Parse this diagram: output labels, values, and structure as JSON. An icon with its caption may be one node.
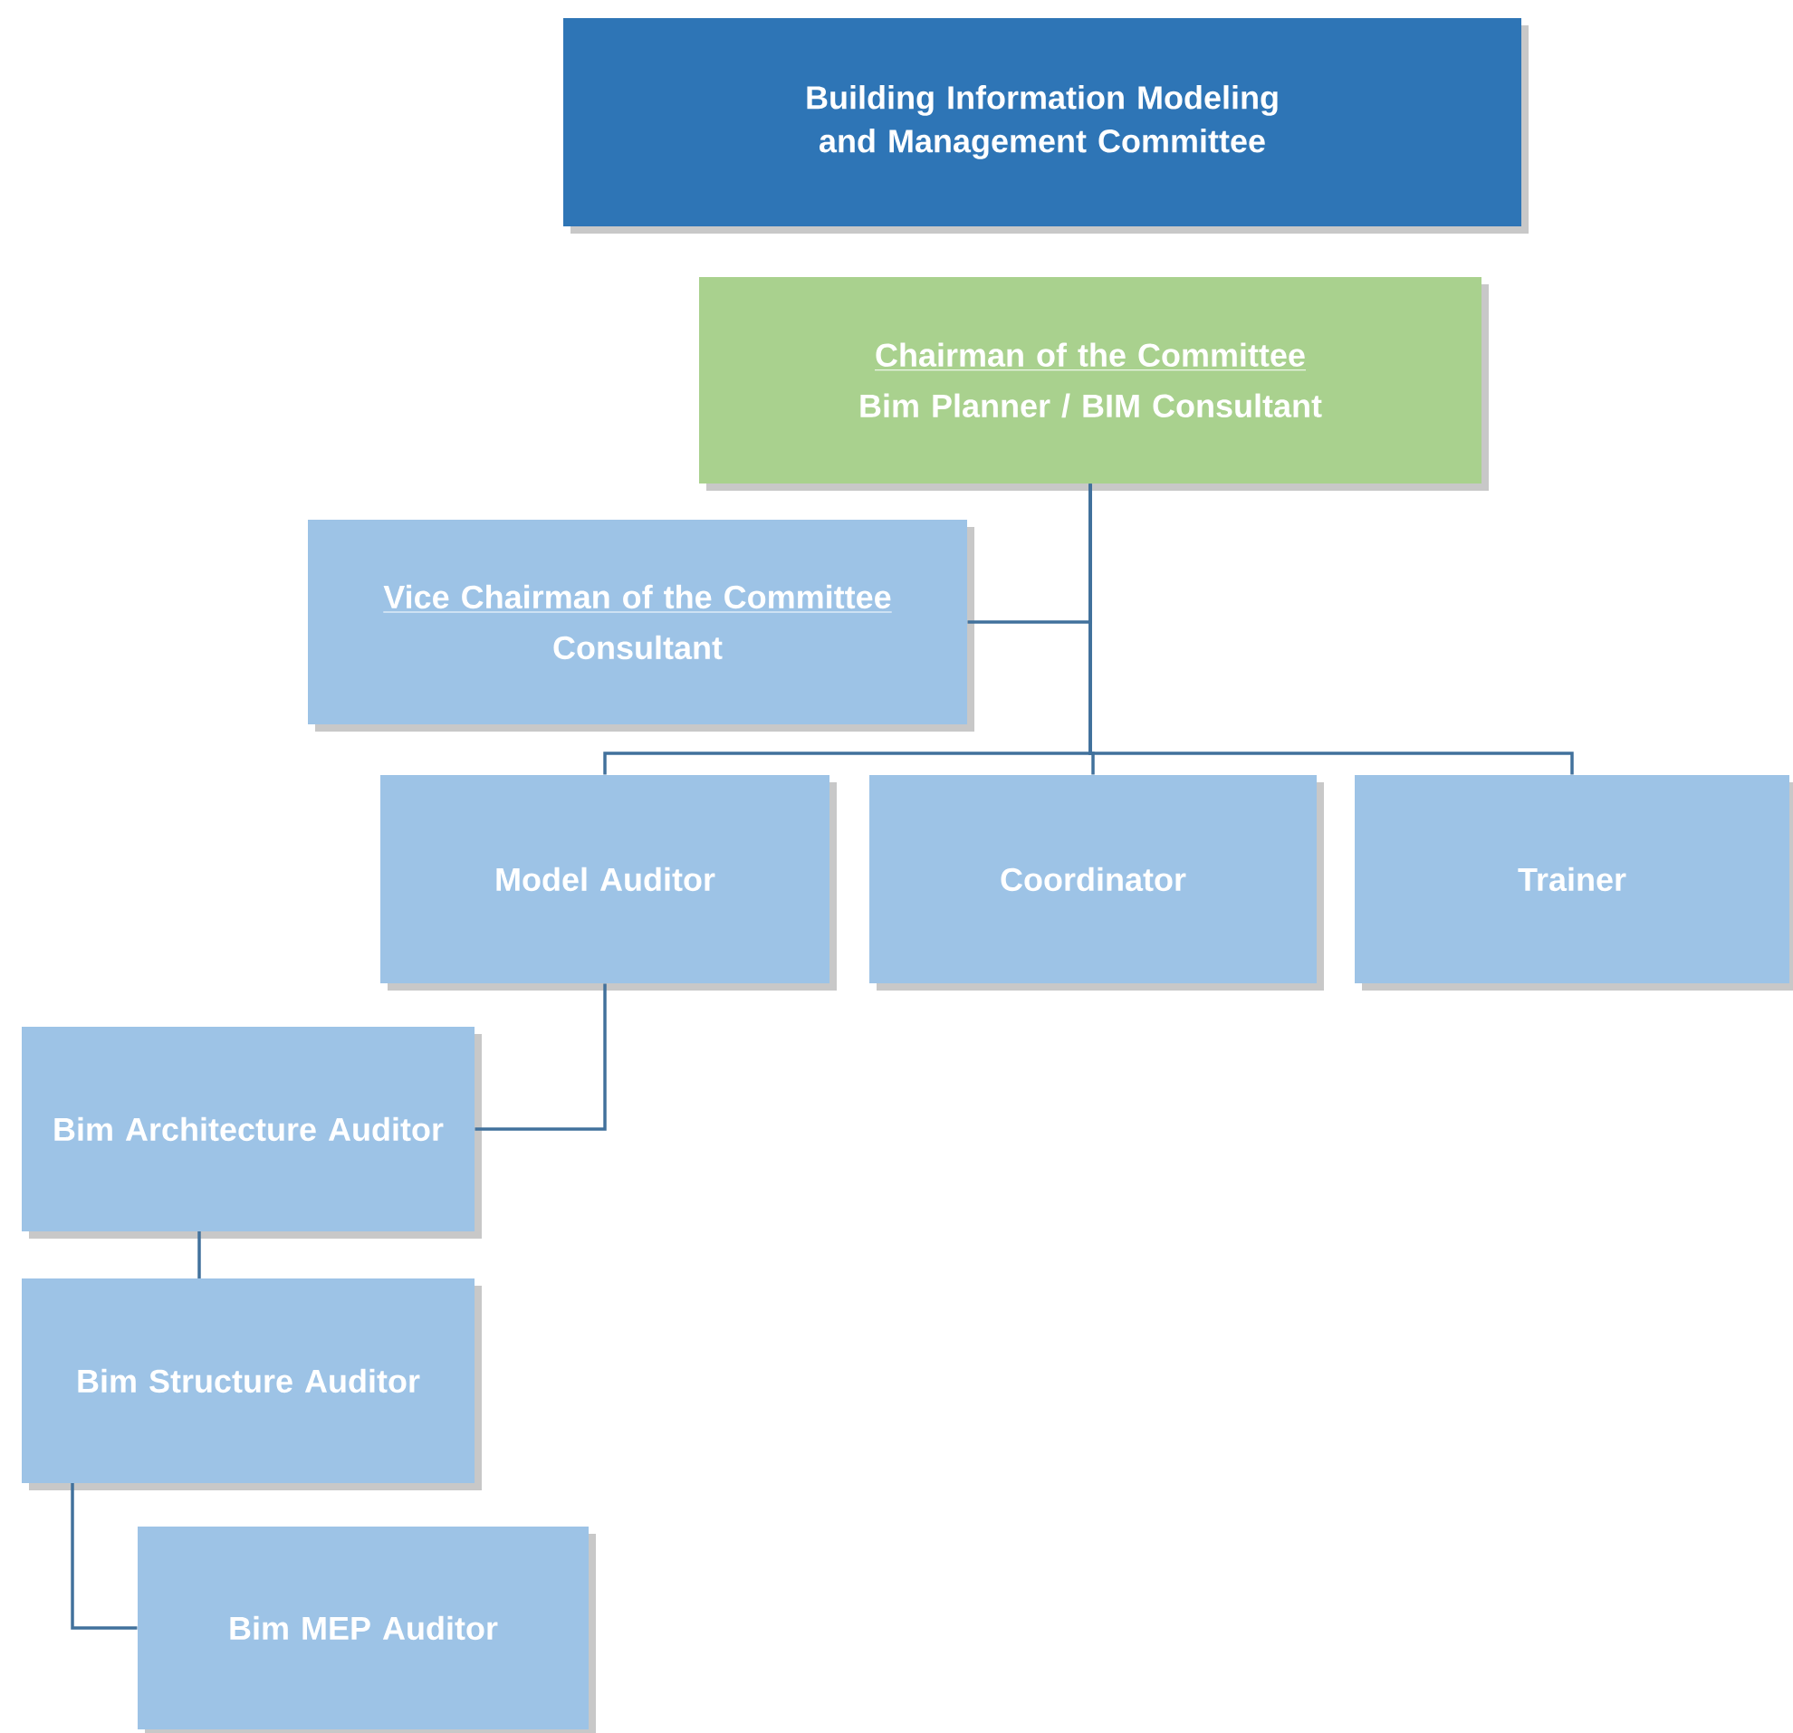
{
  "diagram": {
    "nodes": [
      {
        "text": [
          "Building Information Modeling and Management Committee"
        ]
      },
      {
        "text": [
          "Chairman of the Committee",
          "Bim Planner / BIM Consultant"
        ]
      },
      {
        "text": [
          "Vice Chairman of the Committee",
          "Consultant"
        ]
      },
      {
        "text": [
          "Model Auditor"
        ]
      },
      {
        "text": [
          "Coordinator"
        ]
      },
      {
        "text": [
          "Trainer"
        ]
      },
      {
        "text": [
          "Bim Architecture Auditor"
        ]
      },
      {
        "text": [
          "Bim Structure Auditor"
        ]
      },
      {
        "text": [
          "Bim MEP Auditor"
        ]
      }
    ],
    "edges": [
      {
        "from": 1,
        "to": 2,
        "arrow": "none"
      },
      {
        "from": 1,
        "to": 3,
        "arrow": "none"
      },
      {
        "from": 1,
        "to": 4,
        "arrow": "none"
      },
      {
        "from": 1,
        "to": 5,
        "arrow": "none"
      },
      {
        "from": 3,
        "to": 6,
        "arrow": "none"
      },
      {
        "from": 6,
        "to": 7,
        "arrow": "none"
      },
      {
        "from": 7,
        "to": 8,
        "arrow": "none"
      }
    ]
  }
}
